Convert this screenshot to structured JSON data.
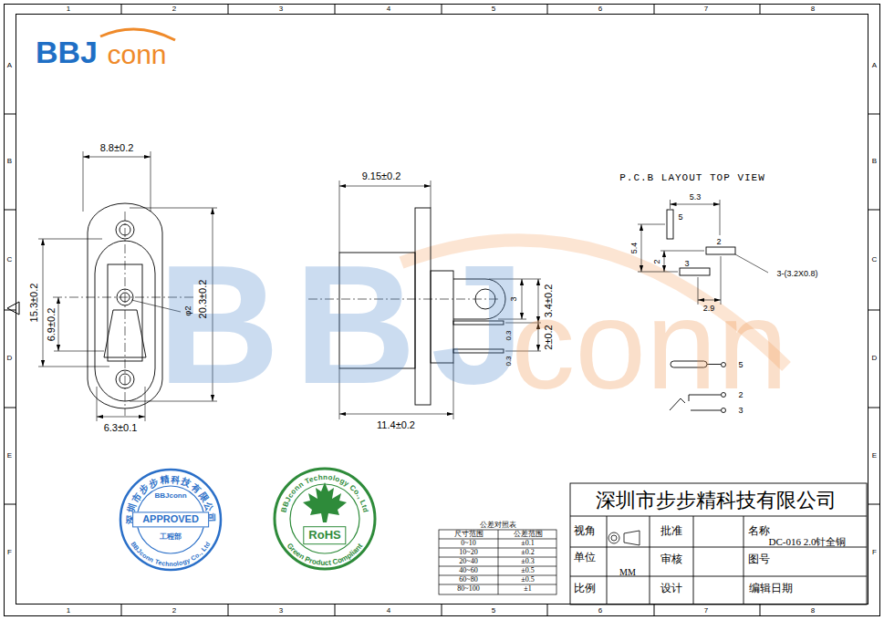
{
  "diagram": {
    "nodes": [
      {
        "text": [
          "深圳市步步精科技有限公司",
          "BBJconn",
          "APPROVED",
          "工程部",
          "BBJconn Technology Co., Ltd"
        ]
      },
      {
        "text": [
          "BBJconn Technology Co., Ltd",
          "RoHS",
          "Green Product Compliant"
        ]
      }
    ],
    "labels": [
      "BBJ",
      "conn",
      "BBJ",
      "conn",
      "1",
      "2",
      "3",
      "4",
      "5",
      "6",
      "7",
      "8",
      "1",
      "2",
      "3",
      "4",
      "5",
      "6",
      "7",
      "8",
      "A",
      "B",
      "C",
      "D",
      "E",
      "F",
      "A",
      "B",
      "C",
      "D",
      "E",
      "F",
      "8.8±0.2",
      "15.3±0.2",
      "6.9±0.2",
      "φ2",
      "20.3±0.2",
      "6.3±0.1",
      "9.15±0.2",
      "3",
      "3.4±0.2",
      "0.3",
      "2±0.2",
      "0.3",
      "11.4±0.2",
      "P.C.B LAYOUT TOP VIEW",
      "5.3",
      "5",
      "5.4",
      "2",
      "2",
      "3",
      "3-(3.2X0.8)",
      "2.9",
      "5",
      "2",
      "3",
      "公差对照表",
      "尺寸范围",
      "公差范围",
      "0~10",
      "±0.1",
      "10~20",
      "±0.2",
      "20~40",
      "±0.3",
      "40~60",
      "±0.5",
      "60~80",
      "±0.5",
      "80~100",
      "±1",
      "深圳市步步精科技有限公司",
      "视角",
      "批准",
      "名称",
      "DC-016 2.0针全铜",
      "单位",
      "MM",
      "审核",
      "图号",
      "比例",
      "设计",
      "编辑日期"
    ]
  }
}
